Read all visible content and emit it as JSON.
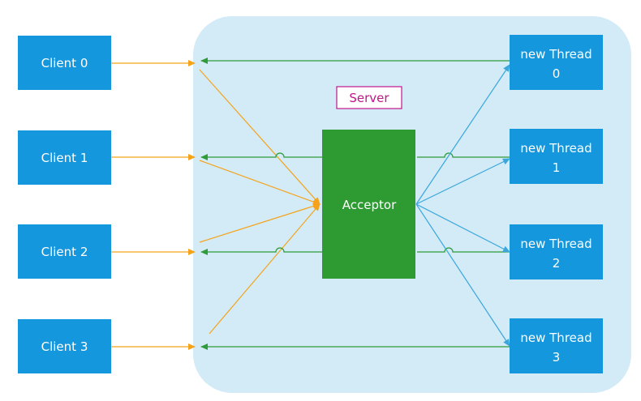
{
  "server": {
    "label": "Server"
  },
  "acceptor": {
    "label": "Acceptor"
  },
  "clients": [
    {
      "label": "Client 0"
    },
    {
      "label": "Client 1"
    },
    {
      "label": "Client 2"
    },
    {
      "label": "Client 3"
    }
  ],
  "threads": [
    {
      "line1": "new Thread",
      "line2": "0"
    },
    {
      "line1": "new Thread",
      "line2": "1"
    },
    {
      "line1": "new Thread",
      "line2": "2"
    },
    {
      "line1": "new Thread",
      "line2": "3"
    }
  ],
  "colors": {
    "server_bg": "#d2ebf7",
    "node_blue": "#1597dd",
    "acceptor_green": "#2e9b32",
    "request_arrow": "#f5a31a",
    "response_arrow": "#2f9b3a",
    "dispatch_arrow": "#3aa6dc",
    "server_label_border": "#c0168a"
  }
}
